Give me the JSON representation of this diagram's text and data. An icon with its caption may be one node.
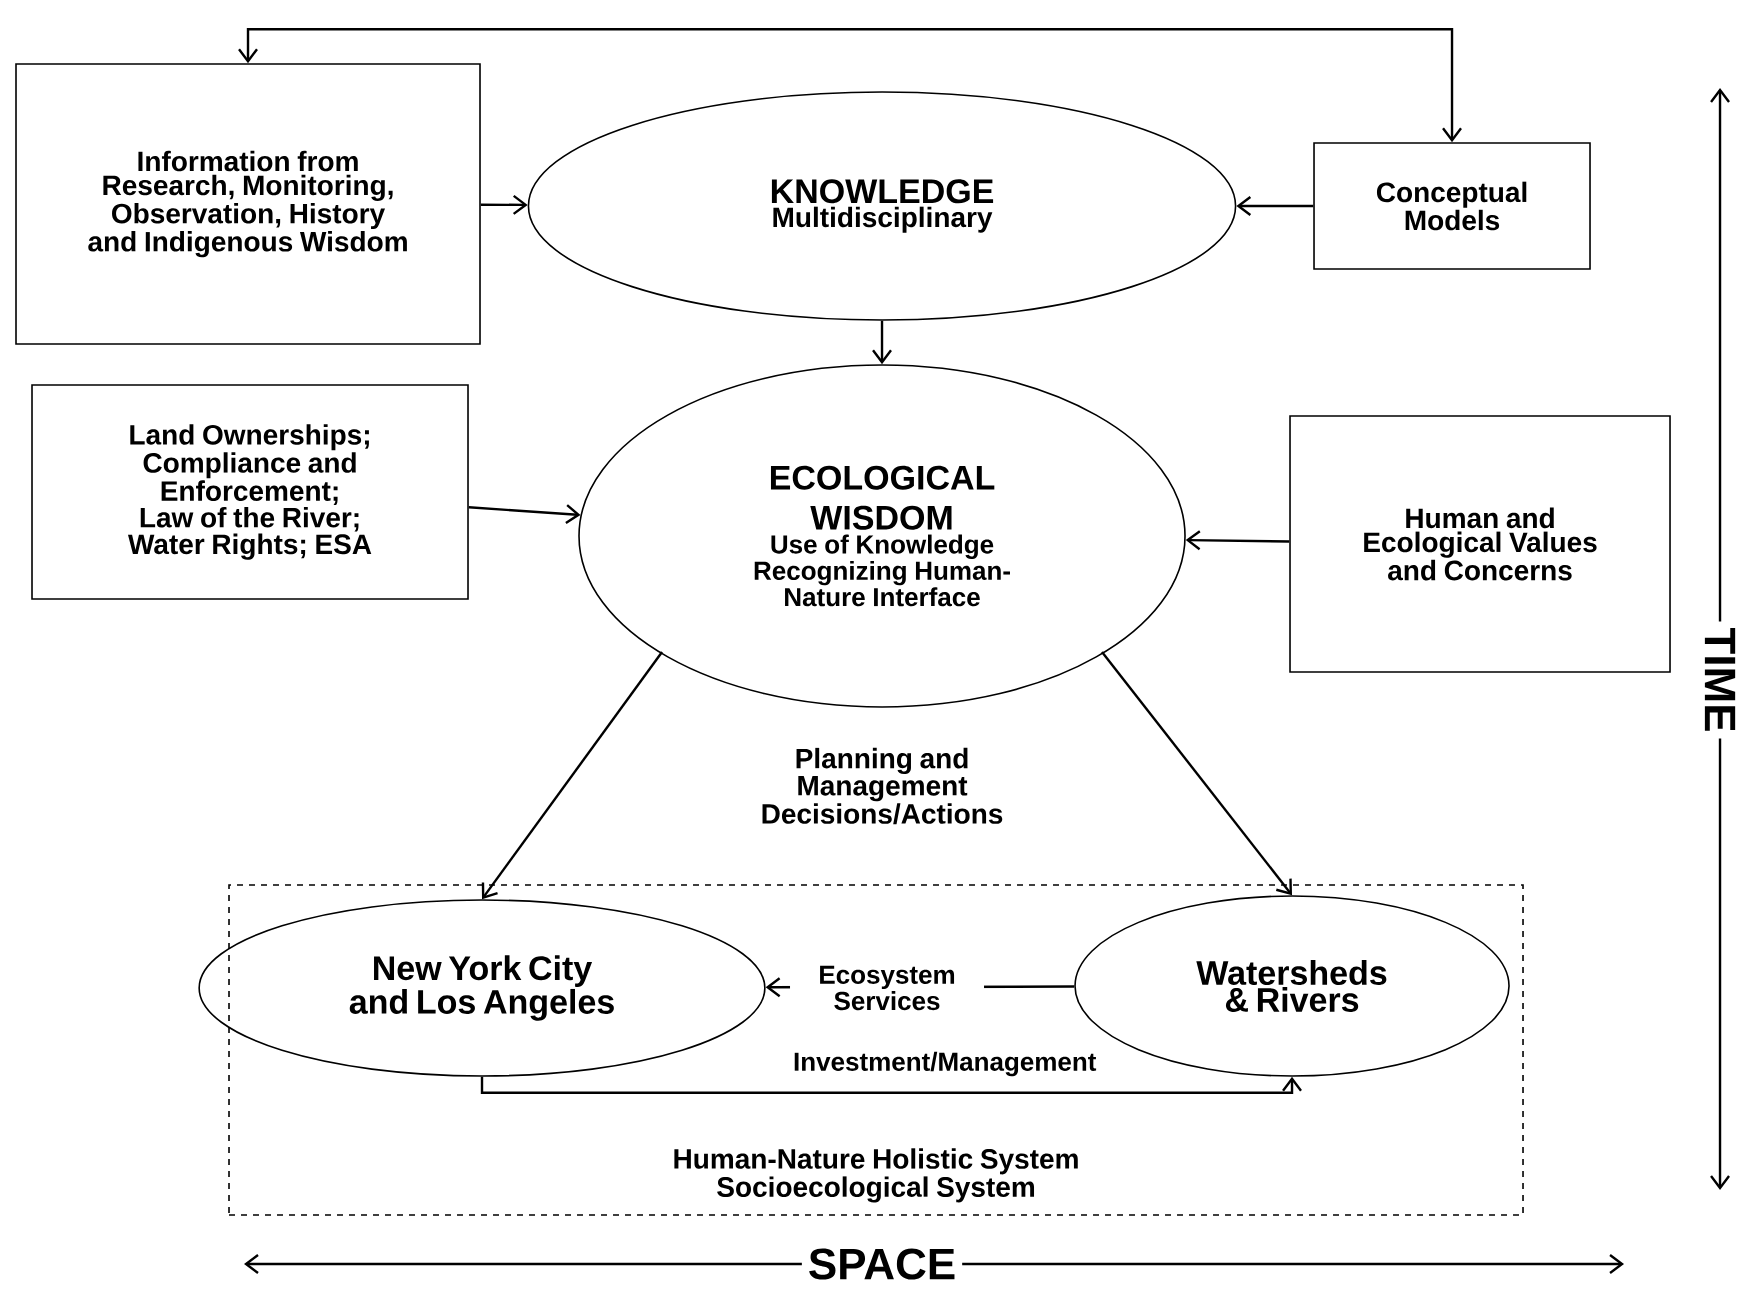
{
  "diagram": {
    "nodes": [
      {
        "text": [
          "Information from Research, Monitoring, Observation, History and Indigenous Wisdom"
        ]
      },
      {
        "text": [
          "KNOWLEDGE",
          "Multidisciplinary"
        ]
      },
      {
        "text": [
          "Conceptual Models"
        ]
      },
      {
        "text": [
          "Land Ownerships; Compliance and Enforcement; Law of the River; Water Rights; ESA"
        ]
      },
      {
        "text": [
          "ECOLOGICAL WISDOM",
          "Use of Knowledge Recognizing Human-Nature Interface"
        ]
      },
      {
        "text": [
          "Human and Ecological Values and Concerns"
        ]
      },
      {
        "text": [
          "Human-Nature Holistic System",
          "Socioecological System"
        ]
      },
      {
        "text": [
          "New York City and Los Angeles"
        ],
        "in": 6
      },
      {
        "text": [
          "Watersheds & Rivers"
        ],
        "in": 6
      }
    ],
    "edges": [
      {
        "from": 0,
        "to": 2,
        "arrow": "both"
      },
      {
        "from": 0,
        "to": 1,
        "arrow": "to"
      },
      {
        "from": 2,
        "to": 1,
        "arrow": "to"
      },
      {
        "from": 1,
        "to": 4,
        "arrow": "to"
      },
      {
        "from": 3,
        "to": 4,
        "arrow": "to"
      },
      {
        "from": 5,
        "to": 4,
        "arrow": "to"
      },
      {
        "from": 4,
        "to": 7,
        "arrow": "to"
      },
      {
        "from": 4,
        "to": 8,
        "arrow": "to"
      },
      {
        "from": 8,
        "to": 7,
        "arrow": "to",
        "label": "Ecosystem Services"
      },
      {
        "from": 7,
        "to": 8,
        "arrow": "to",
        "label": "Investment/Management"
      }
    ],
    "labels": [
      "Planning and Management Decisions/Actions",
      "TIME",
      "SPACE"
    ]
  }
}
